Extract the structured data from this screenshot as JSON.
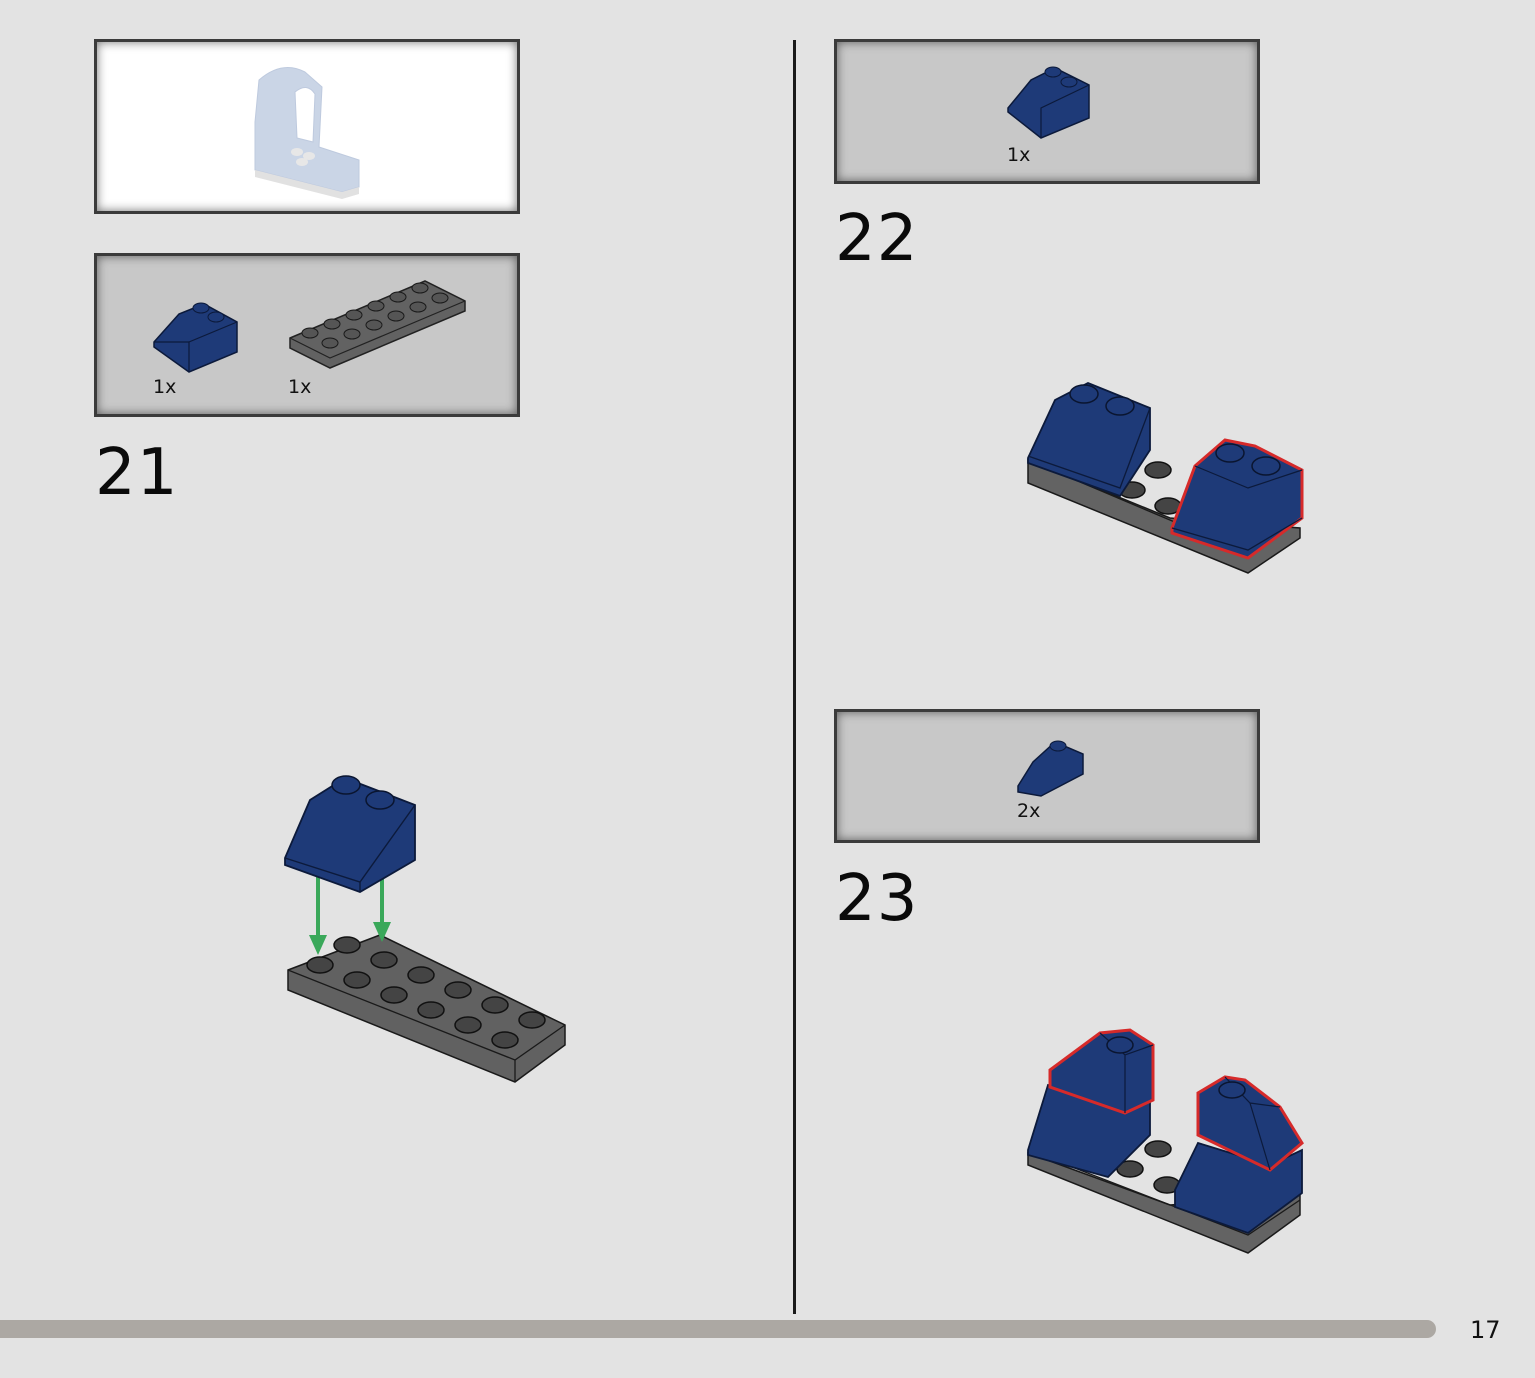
{
  "steps": [
    {
      "number": "21",
      "parts": [
        {
          "qty": "1x"
        },
        {
          "qty": "1x"
        }
      ]
    },
    {
      "number": "22",
      "parts": [
        {
          "qty": "1x"
        }
      ]
    },
    {
      "number": "23",
      "parts": [
        {
          "qty": "2x"
        }
      ]
    }
  ],
  "page_number": "17",
  "colors": {
    "page_background": "#e3e3e3",
    "parts_box": "#c8c8c8",
    "brick_blue": "#1e3a78",
    "plate_grey": "#636363",
    "highlight": "#d62a2a",
    "arrow": "#3aa85a",
    "progress_bar": "#aca8a3"
  }
}
